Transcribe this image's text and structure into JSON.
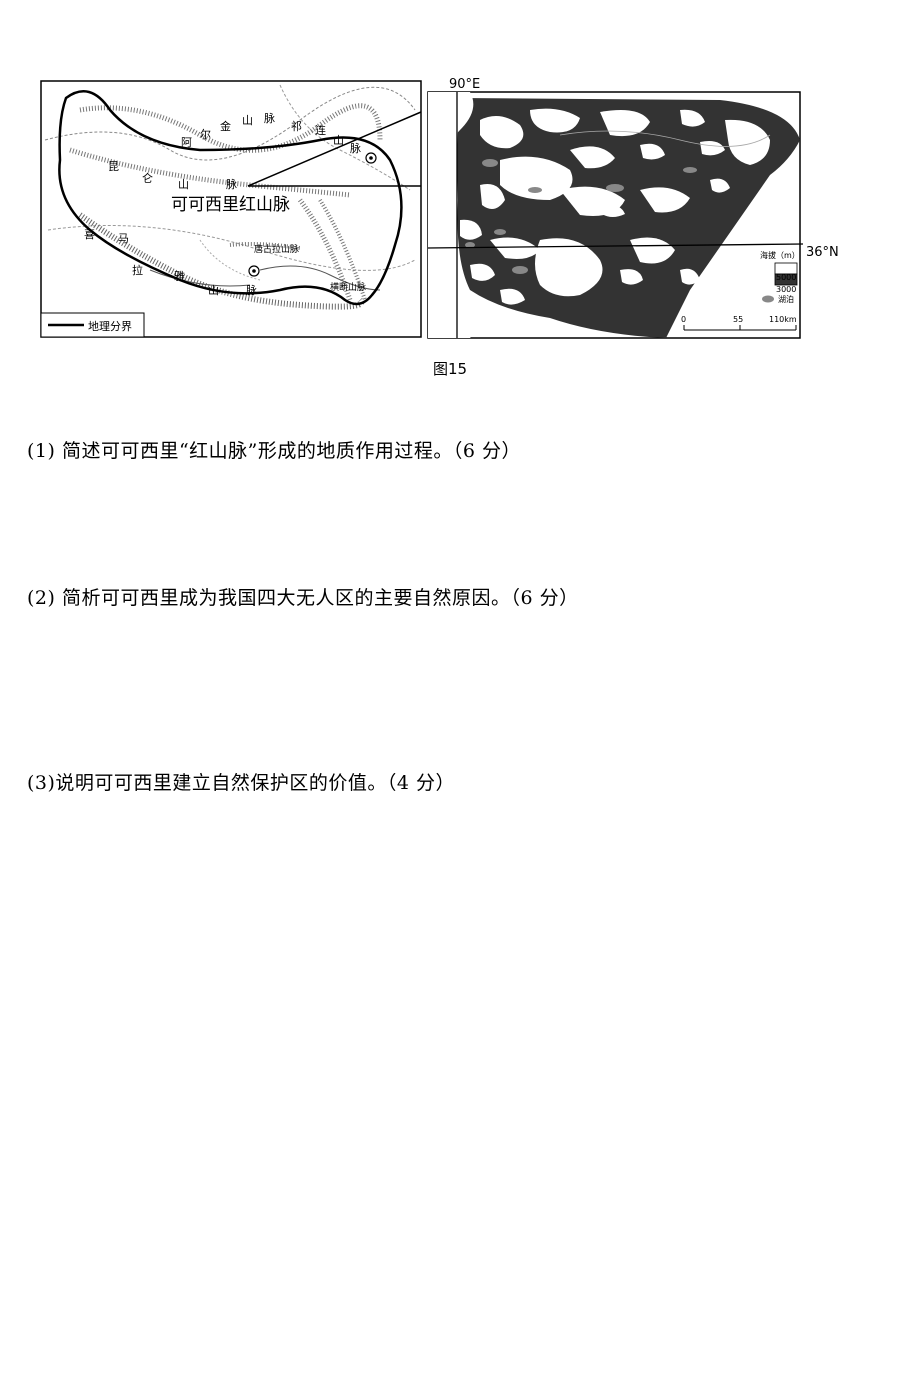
{
  "figure": {
    "caption": "图15",
    "left_map": {
      "legend_label": "地理分界",
      "highlight_label": "可可西里红山脉",
      "range_labels": {
        "a1": "阿",
        "a2": "尔",
        "a3": "金",
        "a4": "山",
        "a5": "脉",
        "q1": "祁",
        "q2": "连",
        "q3": "山",
        "q4": "脉",
        "k1": "昆",
        "k2": "仑",
        "k3": "山",
        "k4": "脉",
        "x1": "喜",
        "x2": "马",
        "x3": "拉",
        "x4": "雅",
        "x5": "山",
        "x6": "脉",
        "hd": "横断山脉",
        "tg": "唐古拉山脉"
      }
    },
    "right_map": {
      "lon_label": "90°E",
      "lat_label": "36°N",
      "legend_title": "海拔（m）",
      "legend_high": "5000",
      "legend_low": "3000",
      "legend_lake": "湖泊",
      "scale": [
        "0",
        "55",
        "110km"
      ]
    }
  },
  "questions": [
    {
      "text": "(1) 简述可可西里“红山脉”形成的地质作用过程。（6 分）"
    },
    {
      "text": "(2) 简析可可西里成为我国四大无人区的主要自然原因。（6 分）"
    },
    {
      "text": "(3)说明可可西里建立自然保护区的价值。（4 分）"
    }
  ]
}
